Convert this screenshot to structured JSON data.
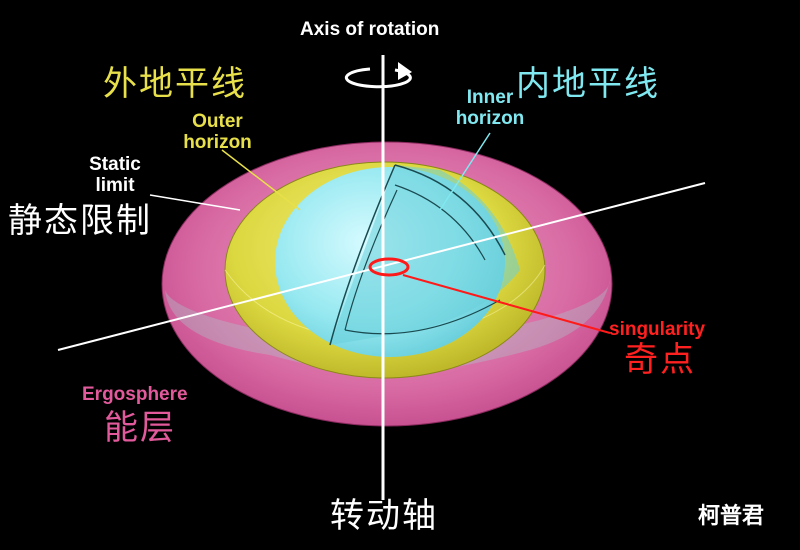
{
  "labels": {
    "axis_en": "Axis of rotation",
    "axis_cn": "转动轴",
    "outer_cn": "外地平线",
    "outer_en_1": "Outer",
    "outer_en_2": "horizon",
    "inner_en_1": "Inner",
    "inner_en_2": "horizon",
    "inner_cn": "内地平线",
    "static_en_1": "Static",
    "static_en_2": "limit",
    "static_cn": "静态限制",
    "singularity_en": "singularity",
    "singularity_cn": "奇点",
    "ergosphere_en": "Ergosphere",
    "ergosphere_cn": "能层",
    "watermark": "柯普君"
  },
  "colors": {
    "background": "#000000",
    "ergosphere": "#d9609f",
    "outer_horizon": "#e3df3a",
    "inner_horizon": "#8ee6ee",
    "singularity": "#ff1a1a",
    "axis": "#ffffff",
    "label_white": "#ffffff",
    "label_yellow": "#e8e04a",
    "label_cyan": "#80e8f0",
    "label_red": "#ff2020",
    "label_pink": "#e25a9b"
  }
}
